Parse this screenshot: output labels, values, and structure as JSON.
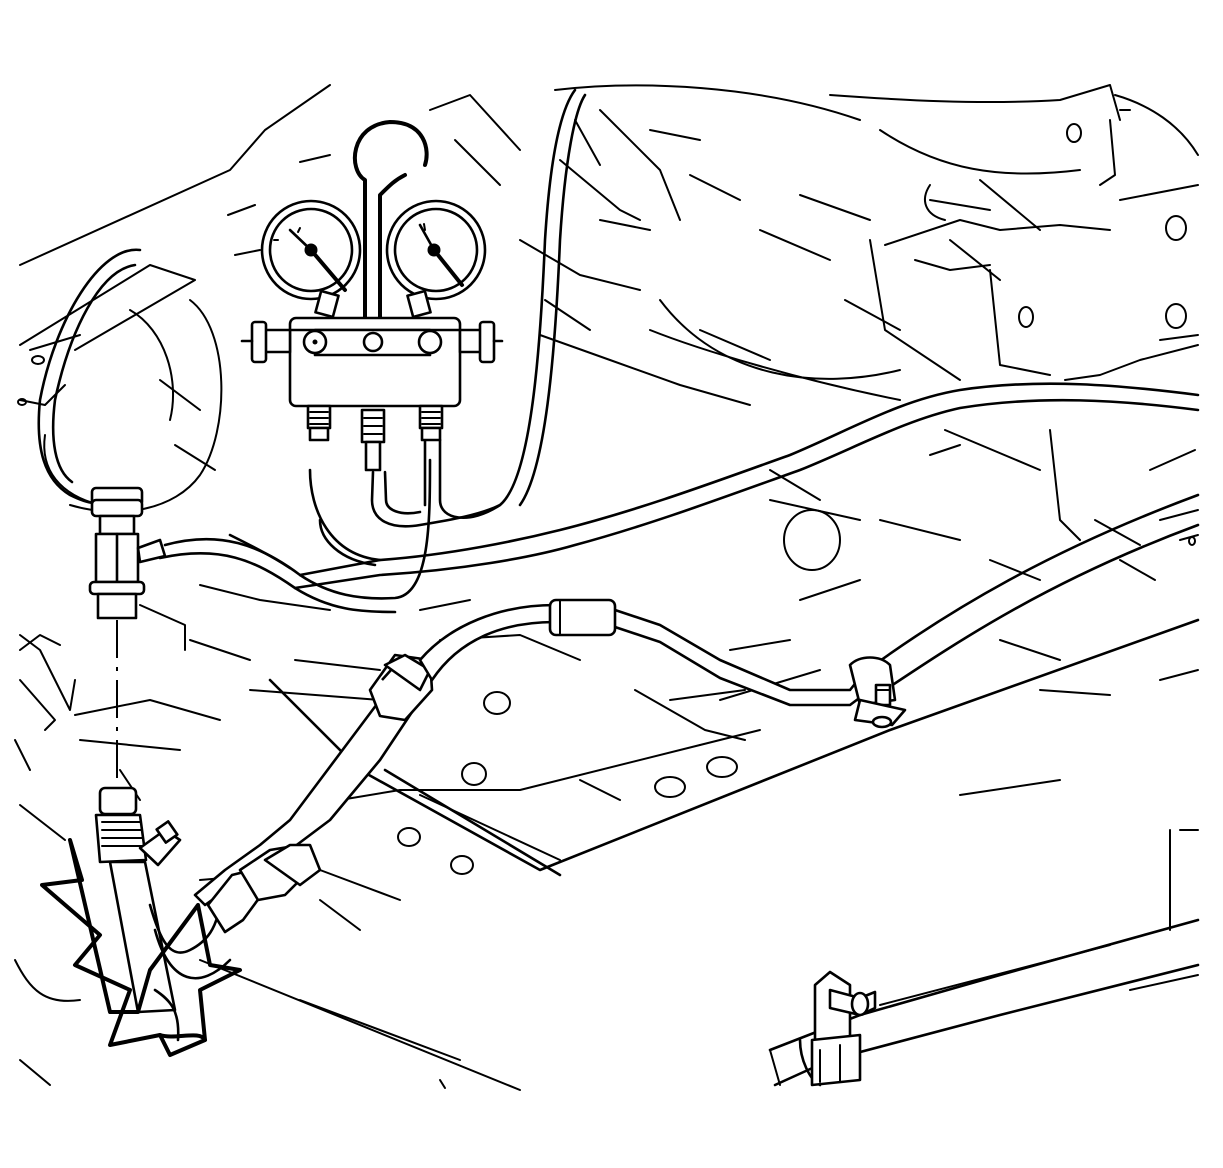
{
  "figure": {
    "kind": "line-art service illustration",
    "stroke_color": "#000000",
    "background_color": "#ffffff",
    "parts": [
      "manifold-gauge-set",
      "low-pressure-gauge",
      "high-pressure-gauge",
      "service-coupler",
      "refrigerant-line",
      "service-port",
      "line-clip",
      "frame-rail"
    ]
  }
}
